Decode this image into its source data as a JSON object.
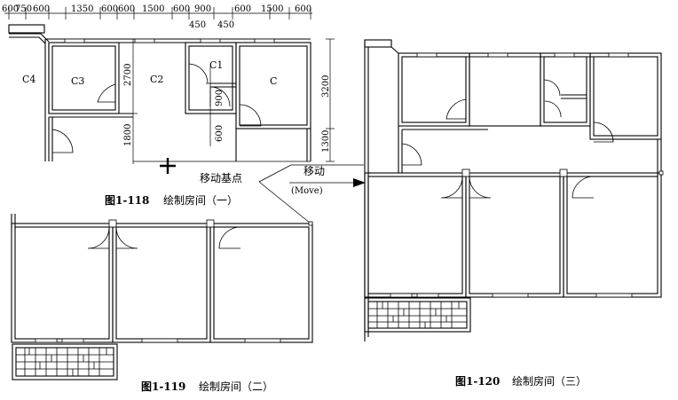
{
  "fig118": {
    "dims_top": [
      "600",
      "750",
      "600",
      "1350",
      "600",
      "600",
      "1500",
      "600",
      "900",
      "600",
      "1500",
      "600"
    ],
    "dims_top2": [
      "450",
      "450"
    ],
    "dims_side": [
      "2700",
      "900",
      "1800",
      "600",
      "3200",
      "1300"
    ],
    "rooms": {
      "c4": "C4",
      "c3": "C3",
      "c2": "C2",
      "c1": "C1",
      "c": "C"
    },
    "caption_num": "图1-118",
    "caption_text": "绘制房间（一）"
  },
  "annotation": {
    "base_point": "移动基点",
    "move_cn": "移动",
    "move_en": "(Move)"
  },
  "fig119": {
    "caption_num": "图1-119",
    "caption_text": "绘制房间（二）"
  },
  "fig120": {
    "caption_num": "图1-120",
    "caption_text": "绘制房间（三）"
  }
}
